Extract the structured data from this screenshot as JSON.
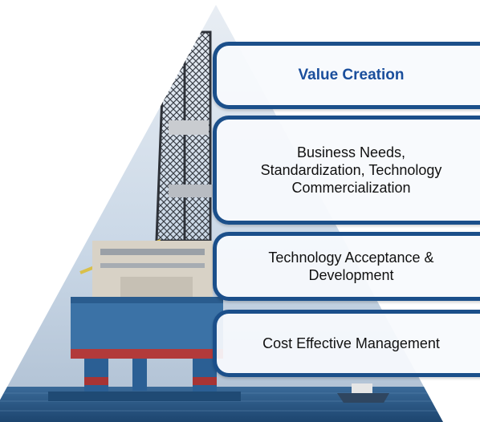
{
  "tiers": [
    {
      "lines": [
        "Value Creation"
      ]
    },
    {
      "lines": [
        "Business Needs,",
        "Standardization, Technology",
        "Commercialization"
      ]
    },
    {
      "lines": [
        "Technology Acceptance &",
        "Development"
      ]
    },
    {
      "lines": [
        "Cost Effective Management"
      ]
    }
  ],
  "colors": {
    "box_border": "#1b4f8a",
    "title_text": "#1a4e9c",
    "sky": "#c7d6e6",
    "sea": "#2b5a86"
  }
}
